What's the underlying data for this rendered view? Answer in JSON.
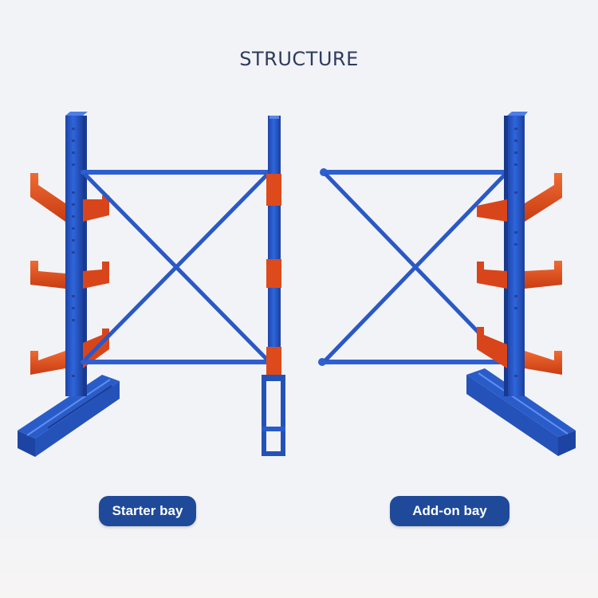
{
  "title": "STRUCTURE",
  "labels": {
    "starter": "Starter bay",
    "addon": "Add-on bay"
  },
  "colors": {
    "background": "#f2f3f6",
    "upright_blue": "#2e5fd1",
    "upright_blue_dark": "#1e44a8",
    "arm_orange": "#dd4a1c",
    "arm_orange_light": "#f06a32",
    "pill_navy": "#1f4a9a",
    "title_color": "#2f3b5f"
  },
  "icons": {
    "starter_upright": "upright-column",
    "arm": "cantilever-arm",
    "brace": "cross-brace",
    "base": "base-beam"
  }
}
